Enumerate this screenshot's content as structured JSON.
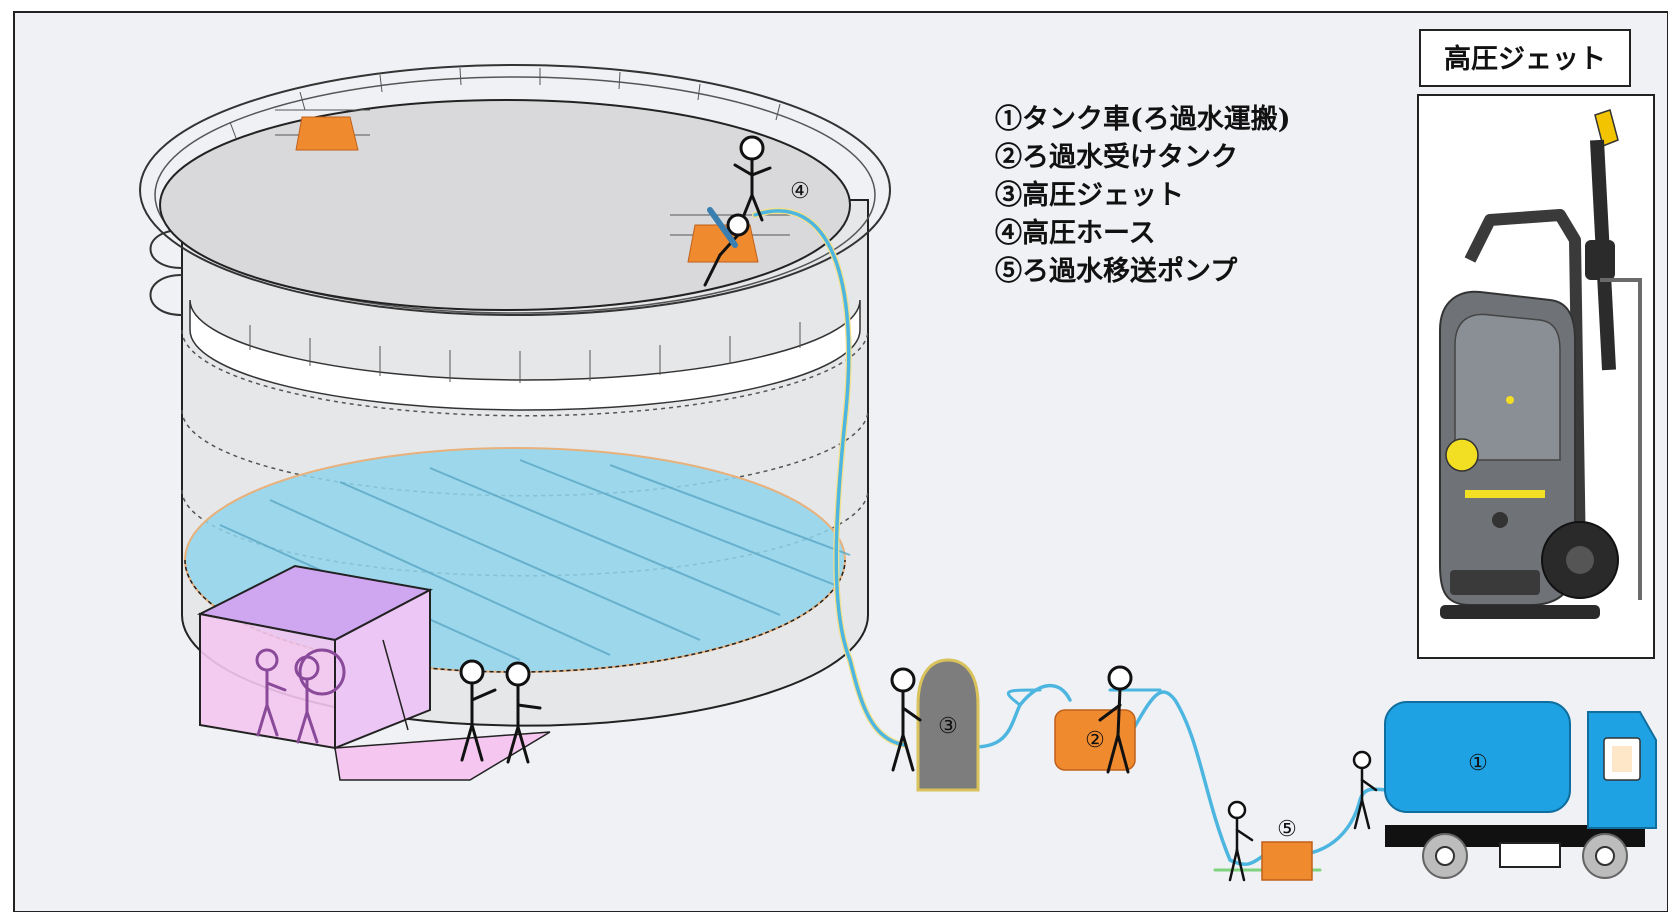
{
  "legend": {
    "items": [
      "①タンク車(ろ過水運搬)",
      "②ろ過水受けタンク",
      "③高圧ジェット",
      "④高圧ホース",
      "⑤ろ過水移送ポンプ"
    ]
  },
  "photo_panel": {
    "title": "高圧ジェット"
  },
  "markers": {
    "truck": "①",
    "receiving_tank": "②",
    "high_pressure_jet": "③",
    "hose": "④",
    "pump": "⑤"
  },
  "colors": {
    "background": "#eff1f4",
    "water": "#8fd3ec",
    "hose": "#4db6e0",
    "tent": "#f4c6f0",
    "truck": "#1ea2e4",
    "pump": "#f08a2e"
  }
}
